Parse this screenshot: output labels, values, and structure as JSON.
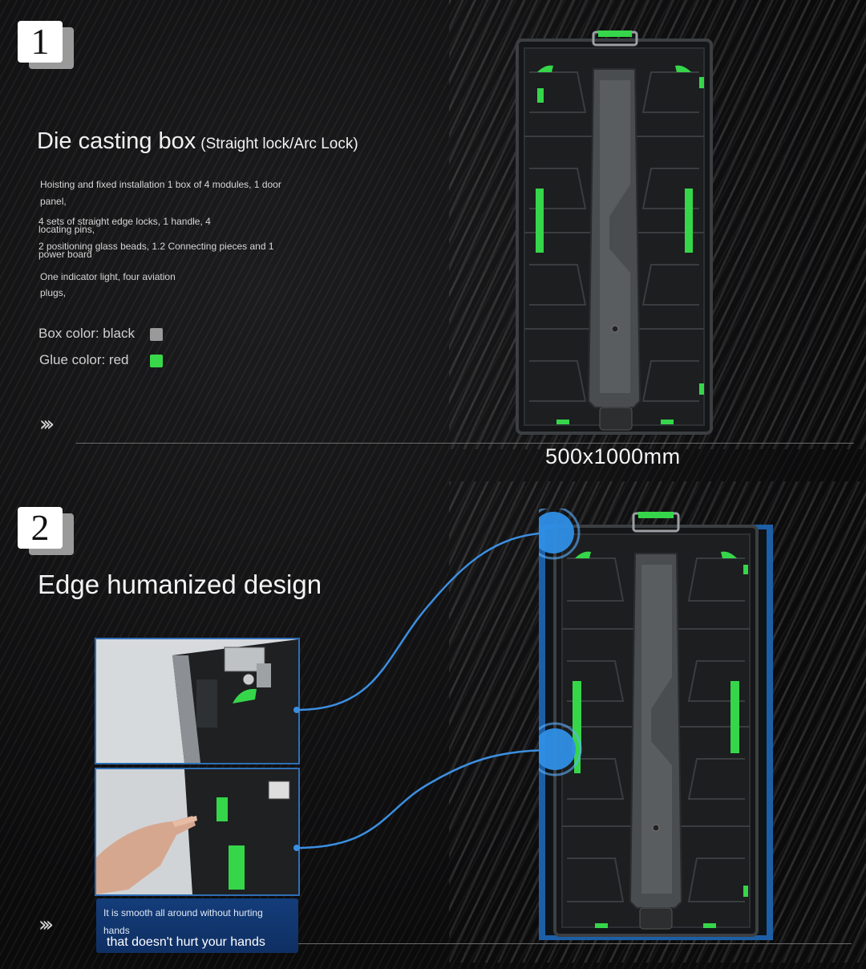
{
  "section1": {
    "number": "1",
    "title": "Die casting box",
    "subtitle": "(Straight lock/Arc Lock)",
    "lines": [
      "Hoisting and fixed installation 1 box of 4 modules, 1 door",
      "panel,",
      "4 sets of straight edge locks, 1 handle, 4",
      "locating pins,",
      "2 positioning glass beads, 1.2 Connecting pieces and 1",
      "power board",
      "One indicator light, four aviation",
      "plugs,"
    ],
    "box_color_label": "Box color: black",
    "glue_color_label": "Glue color: red",
    "box_color_swatch": "#9a9a9a",
    "glue_color_swatch": "#39d84a",
    "arrows": "›››",
    "dimension": "500x1000mm"
  },
  "section2": {
    "number": "2",
    "title": "Edge humanized design",
    "arrows": "›››",
    "caption_line1": "It is smooth all around without hurting",
    "caption_line2": "hands",
    "caption_line3": "that doesn't hurt your hands"
  },
  "colors": {
    "accent_green": "#36d64a",
    "accent_blue": "#2f7fd0",
    "panel_blue": "#1d5fa6"
  }
}
